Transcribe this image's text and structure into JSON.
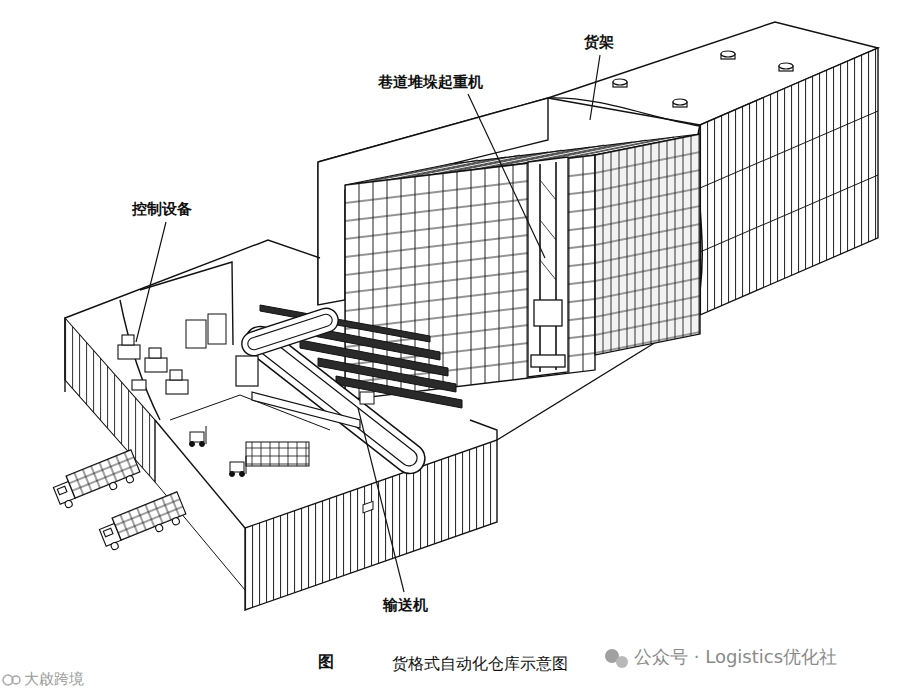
{
  "diagram": {
    "caption": "货格式自动化仓库示意图",
    "labels": [
      "货架",
      "巷道堆垛起重机",
      "控制设备",
      "输送机",
      "图",
      "公众号 · Logistics优化社",
      "大啟跨境"
    ]
  }
}
